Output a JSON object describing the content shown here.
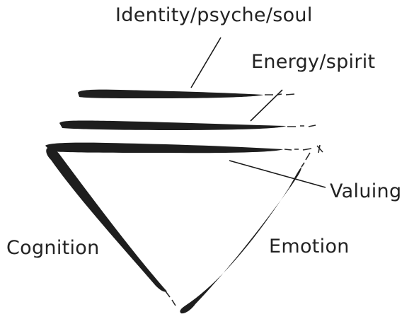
{
  "labels": {
    "identity": "Identity/psyche/soul",
    "energy": "Energy/spirit",
    "valuing": "Valuing",
    "cognition": "Cognition",
    "emotion": "Emotion"
  },
  "colors": {
    "ink": "#1e1e1e",
    "text": "#222222",
    "background": "#ffffff"
  }
}
